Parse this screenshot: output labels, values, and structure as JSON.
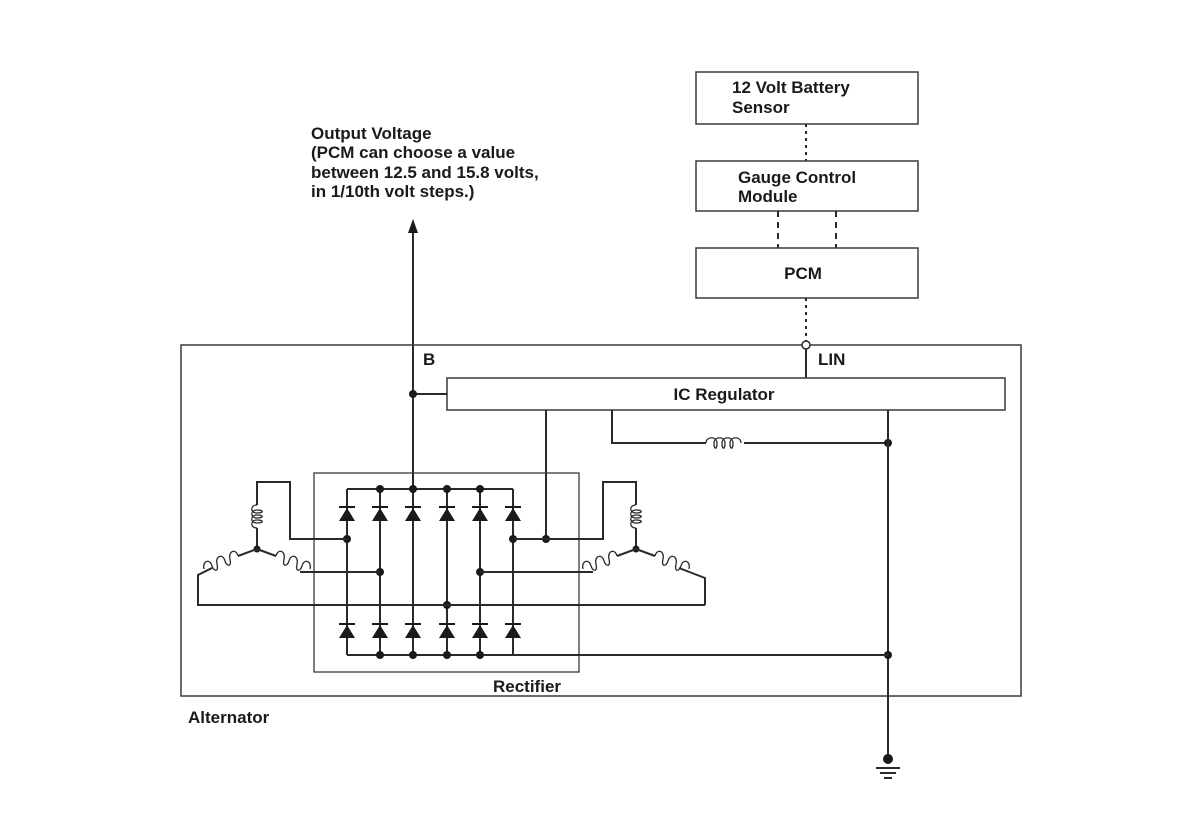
{
  "labels": {
    "battery_sensor": [
      "12 Volt Battery",
      "Sensor"
    ],
    "gauge_module": [
      "Gauge Control",
      "Module"
    ],
    "pcm": "PCM",
    "output_voltage": [
      "Output Voltage",
      "(PCM can choose a value",
      "between 12.5 and 15.8 volts,",
      "in 1/10th volt steps.)"
    ],
    "terminal_b": "B",
    "terminal_lin": "LIN",
    "ic_regulator": "IC Regulator",
    "rectifier": "Rectifier",
    "alternator": "Alternator"
  }
}
